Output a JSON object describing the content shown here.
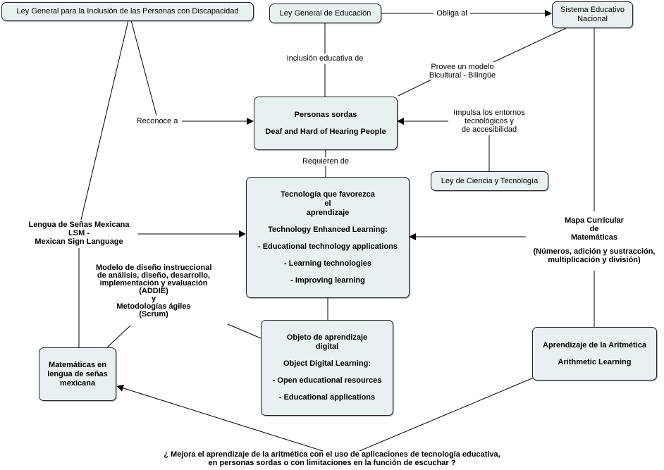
{
  "nodes": {
    "ley_inclusion": "Ley General para la Inclusión de las Personas con Discapacidad",
    "ley_educacion": "Ley General de Educación",
    "sistema": [
      "Sistema Educativo",
      "Nacional"
    ],
    "personas": [
      "Personas sordas",
      "Deaf and Hard of Hearing People"
    ],
    "ley_ciencia": "Ley de Ciencia y Tecnología",
    "tecnologia": [
      "Tecnología que favorezca",
      "el",
      "aprendizaje",
      "Technology Enhanced Learning:",
      "- Educational technology applications",
      "- Learning technologies",
      "- Improving learning"
    ],
    "objeto": [
      "Objeto de aprendizaje",
      "digital",
      "Object Digital Learning:",
      "-  Open educational resources",
      "- Educational applications"
    ],
    "matematicas_lsm": [
      "Matemáticas en",
      "lengua de señas",
      "mexicana"
    ],
    "aritmetica": [
      "Aprendizaje de la Aritmética",
      "Arithmetic Learning"
    ]
  },
  "labels": {
    "obliga": "Obliga al",
    "inclusion_educativa": "Inclusión educativa de",
    "provee": [
      "Provee un modelo",
      "Bicultural - Bilingüe"
    ],
    "reconoce": "Reconoce a",
    "impulsa": [
      "Impulsa los entornos",
      "tecnológicos y",
      "de accesibilidad"
    ],
    "requieren": "Requieren de",
    "lengua": [
      "Lengua de Señas Mexicana",
      "LSM -",
      "Mexican Sign Language"
    ],
    "mapa": [
      "Mapa Curricular",
      "de",
      "Matemáticas",
      "(Números, adición y sustracción,",
      "multiplicación y división)"
    ],
    "modelo": [
      "Modelo de diseño instruccional",
      "de análisis, diseño, desarrollo,",
      "implementación y evaluación",
      "(ADDIE)",
      "y",
      "Metodologías ágiles",
      "(Scrum)"
    ],
    "pregunta": [
      "¿ Mejora el aprendizaje de la aritmética con el uso de aplicaciones de tecnología educativa,",
      "en personas sordas o con limitaciones en la función de escuchar ?"
    ]
  },
  "colors": {
    "node_fill": "#e9f0f2",
    "stroke": "#000000"
  }
}
